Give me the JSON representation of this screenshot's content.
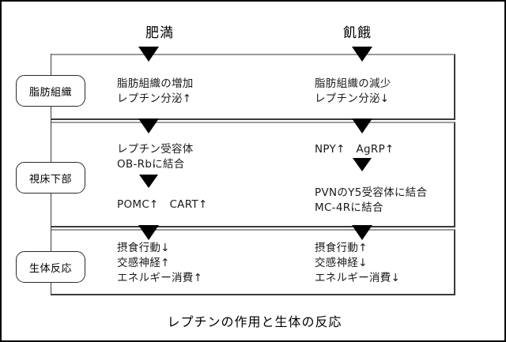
{
  "figure": {
    "caption": "レプチンの作用と生体の反応",
    "column_headers": [
      {
        "id": "obesity",
        "label": "肥満"
      },
      {
        "id": "hunger",
        "label": "飢餓"
      }
    ],
    "row_labels": [
      {
        "id": "adipose",
        "label": "脂肪組織"
      },
      {
        "id": "hypothalamus",
        "label": "視床下部"
      },
      {
        "id": "response",
        "label": "生体反応"
      }
    ],
    "bands": {
      "adipose": {
        "left_text": "脂肪組織の増加\nレプチン分泌↑",
        "right_text": "脂肪組織の減少\nレプチン分泌↓"
      },
      "hypothalamus": {
        "left_text_1": "レプチン受容体\nOB-Rbに結合",
        "left_text_2": "POMC↑　CART↑",
        "right_text_1": "NPY↑　AgRP↑",
        "right_text_2": "PVNのY5受容体に結合\nMC-4Rに結合"
      },
      "response": {
        "left_text": "摂食行動↓\n交感神経↑\nエネルギー消費↑",
        "right_text": "摂食行動↑\n交感神経↓\nエネルギー消費↓"
      }
    },
    "arrows": [
      {
        "id": "obesity-into-adipose",
        "column": "left",
        "glyph": "▼"
      },
      {
        "id": "hunger-into-adipose",
        "column": "right",
        "glyph": "▼"
      },
      {
        "id": "adipose-into-hypothalamus-left",
        "column": "left",
        "glyph": "▼"
      },
      {
        "id": "adipose-into-hypothalamus-right",
        "column": "right",
        "glyph": "▼"
      },
      {
        "id": "receptor-to-pomc",
        "column": "left",
        "glyph": "▼"
      },
      {
        "id": "npy-to-pvn",
        "column": "right",
        "glyph": "▼"
      },
      {
        "id": "hypothalamus-into-response-left",
        "column": "left",
        "glyph": "▼"
      },
      {
        "id": "hypothalamus-into-response-right",
        "column": "right",
        "glyph": "▼"
      }
    ],
    "colors": {
      "background": "#ffffff",
      "frame": "#000000",
      "band_border_dark": "#3a3a3a",
      "band_border_light": "#9a9a9a",
      "text": "#1a1a1a",
      "arrow": "#000000"
    }
  }
}
